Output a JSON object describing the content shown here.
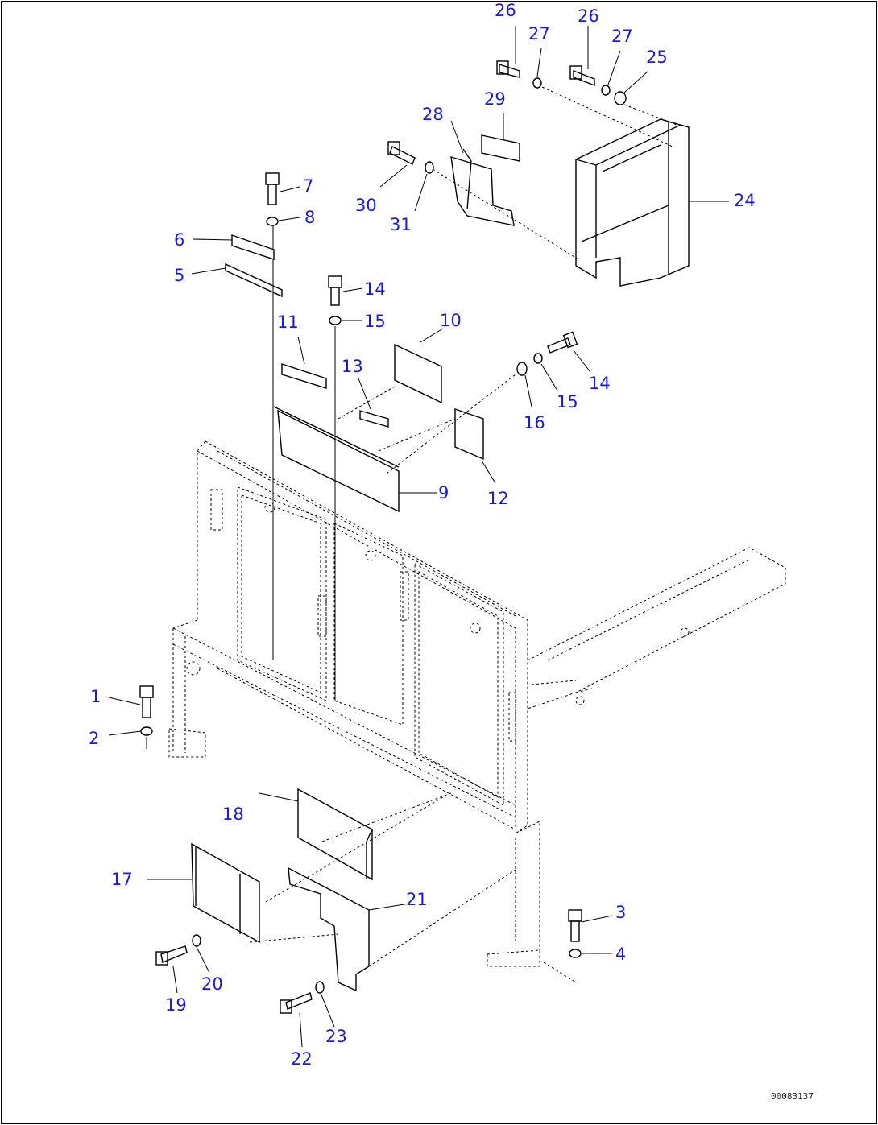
{
  "diagram": {
    "drawing_code": "00083137",
    "callouts": [
      {
        "id": "c1",
        "text": "1"
      },
      {
        "id": "c2",
        "text": "2"
      },
      {
        "id": "c3",
        "text": "3"
      },
      {
        "id": "c4",
        "text": "4"
      },
      {
        "id": "c5",
        "text": "5"
      },
      {
        "id": "c6",
        "text": "6"
      },
      {
        "id": "c7",
        "text": "7"
      },
      {
        "id": "c8",
        "text": "8"
      },
      {
        "id": "c9",
        "text": "9"
      },
      {
        "id": "c10",
        "text": "10"
      },
      {
        "id": "c11",
        "text": "11"
      },
      {
        "id": "c12",
        "text": "12"
      },
      {
        "id": "c13",
        "text": "13"
      },
      {
        "id": "c14a",
        "text": "14"
      },
      {
        "id": "c14b",
        "text": "14"
      },
      {
        "id": "c15a",
        "text": "15"
      },
      {
        "id": "c15b",
        "text": "15"
      },
      {
        "id": "c16",
        "text": "16"
      },
      {
        "id": "c17",
        "text": "17"
      },
      {
        "id": "c18",
        "text": "18"
      },
      {
        "id": "c19",
        "text": "19"
      },
      {
        "id": "c20",
        "text": "20"
      },
      {
        "id": "c21",
        "text": "21"
      },
      {
        "id": "c22",
        "text": "22"
      },
      {
        "id": "c23",
        "text": "23"
      },
      {
        "id": "c24",
        "text": "24"
      },
      {
        "id": "c25",
        "text": "25"
      },
      {
        "id": "c26a",
        "text": "26"
      },
      {
        "id": "c26b",
        "text": "26"
      },
      {
        "id": "c27a",
        "text": "27"
      },
      {
        "id": "c27b",
        "text": "27"
      },
      {
        "id": "c28",
        "text": "28"
      },
      {
        "id": "c29",
        "text": "29"
      },
      {
        "id": "c30",
        "text": "30"
      },
      {
        "id": "c31",
        "text": "31"
      }
    ]
  }
}
